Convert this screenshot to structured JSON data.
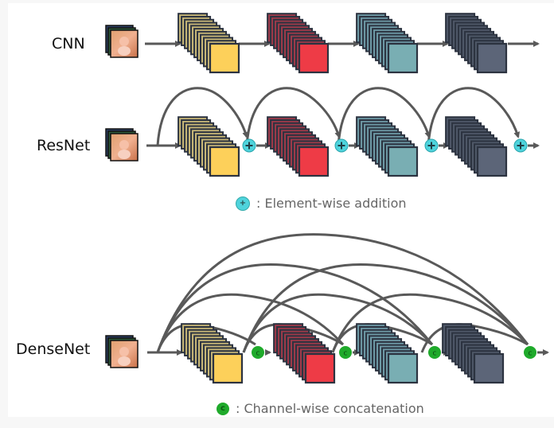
{
  "rows": [
    {
      "id": "cnn",
      "label": "CNN",
      "connection": "sequential"
    },
    {
      "id": "resnet",
      "label": "ResNet",
      "connection": "skip-addition"
    },
    {
      "id": "densenet",
      "label": "DenseNet",
      "connection": "dense-concatenation"
    }
  ],
  "blocks": [
    {
      "name": "block-1",
      "face": "#fdd05a",
      "layer": "#c9b878"
    },
    {
      "name": "block-2",
      "face": "#ee3b46",
      "layer": "#9e3a4a"
    },
    {
      "name": "block-3",
      "face": "#79aeb3",
      "layer": "#6e9aa6"
    },
    {
      "name": "block-4",
      "face": "#5c6578",
      "layer": "#4f5868"
    }
  ],
  "colors": {
    "arrow": "#595959",
    "outline": "#2c3340",
    "add_node": "#4fd3dc",
    "concat_node": "#1faa2b"
  },
  "legend": {
    "addition": {
      "symbol": "+",
      "text": ": Element-wise addition"
    },
    "concatenation": {
      "symbol": "c",
      "text": ": Channel-wise concatenation"
    }
  },
  "input_icon": "cat-image-stack-icon"
}
